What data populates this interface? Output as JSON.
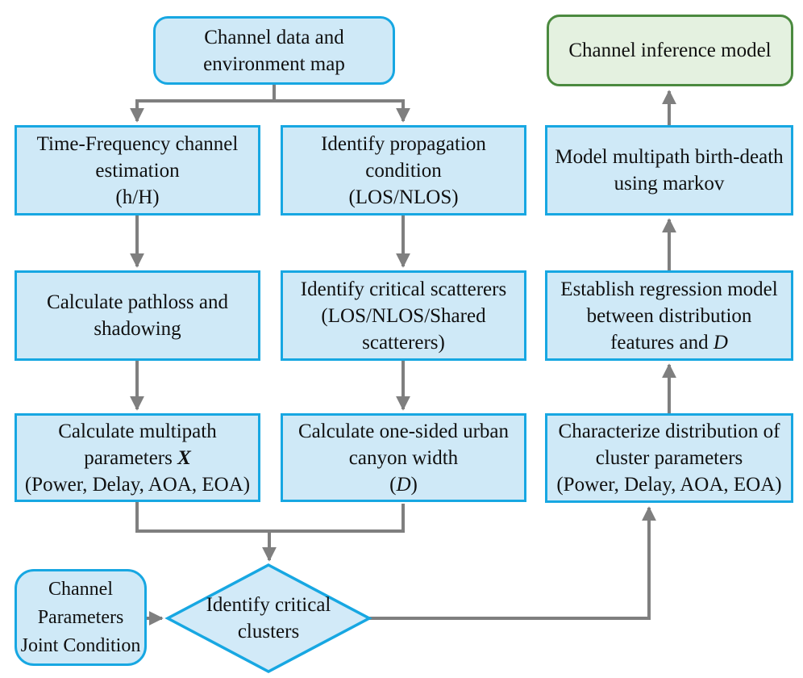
{
  "nodes": {
    "channel_data": {
      "lines": [
        "Channel data and",
        "environment map"
      ]
    },
    "inference_model": {
      "label": "Channel inference model"
    },
    "tf_estimation": {
      "lines": [
        "Time-Frequency channel",
        "estimation",
        "(h/H)"
      ]
    },
    "identify_propagation": {
      "lines": [
        "Identify propagation",
        "condition",
        "(LOS/NLOS)"
      ]
    },
    "birth_death": {
      "lines": [
        "Model multipath birth-death",
        "using markov"
      ]
    },
    "pathloss": {
      "lines": [
        "Calculate pathloss and",
        "shadowing"
      ]
    },
    "critical_scatterers": {
      "lines": [
        "Identify critical scatterers",
        "(LOS/NLOS/Shared",
        "scatterers)"
      ]
    },
    "regression": {
      "line1": "Establish regression model",
      "line2": "between distribution",
      "line3_pre": "features and ",
      "line3_var": "D"
    },
    "multipath_params": {
      "line1": "Calculate multipath",
      "line2_pre": "parameters ",
      "line2_var": "X",
      "line3": "(Power, Delay, AOA, EOA)"
    },
    "canyon_width": {
      "line1": "Calculate one-sided urban",
      "line2": "canyon width",
      "line3_open": "(",
      "line3_var": "D",
      "line3_close": ")"
    },
    "characterize_dist": {
      "lines": [
        "Characterize distribution of",
        "cluster parameters",
        "(Power, Delay, AOA, EOA)"
      ]
    },
    "joint_condition": {
      "lines": [
        "Channel",
        "Parameters",
        "Joint Condition"
      ]
    },
    "identify_clusters": {
      "lines": [
        "Identify critical",
        "clusters"
      ]
    }
  },
  "edges": [
    "channel_data -> tf_estimation",
    "channel_data -> identify_propagation",
    "tf_estimation -> pathloss",
    "identify_propagation -> critical_scatterers",
    "pathloss -> multipath_params",
    "critical_scatterers -> canyon_width",
    "multipath_params -> identify_clusters",
    "canyon_width -> identify_clusters",
    "joint_condition -> identify_clusters",
    "identify_clusters -> characterize_dist",
    "characterize_dist -> regression",
    "regression -> birth_death",
    "birth_death -> inference_model"
  ],
  "colors": {
    "blue_box_fill": "#cfe9f7",
    "blue_box_border": "#17a7e2",
    "green_box_fill": "#e4f1e0",
    "green_box_border": "#4b8a3f",
    "arrow": "#7f7f7f",
    "text": "#101010"
  }
}
